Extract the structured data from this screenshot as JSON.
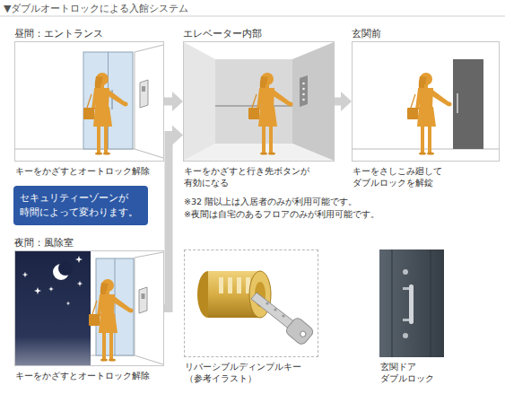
{
  "diagram": {
    "title": "▼ダブルオートロックによる入館システム",
    "nodes": [
      {
        "text": [
          "昼間：エントランス",
          "キーをかざすとオートロック解除"
        ]
      },
      {
        "text": [
          "エレベーター内部",
          "キーをかざすと行き先ボタンが 有効になる"
        ]
      },
      {
        "text": [
          "玄関前",
          "キーをさしこみ廻して ダブルロックを解錠"
        ]
      },
      {
        "text": [
          "セキュリティーゾーンが 時間によって変わります。"
        ]
      },
      {
        "text": [
          "夜間：風除室",
          "キーをかざすとオートロック解除"
        ]
      },
      {
        "text": [
          "リバーシブルディンプルキー （参考イラスト）"
        ]
      },
      {
        "text": [
          "玄関ドア ダブルロック"
        ]
      }
    ],
    "edges": [
      {
        "from": 0,
        "to": 1,
        "arrow": "to"
      },
      {
        "from": 1,
        "to": 2,
        "arrow": "to"
      },
      {
        "from": 4,
        "to": 1,
        "arrow": "to"
      }
    ],
    "labels": [
      "※32 階以上は入居者のみが利用可能です。",
      "※夜間は自宅のあるフロアのみが利用可能です。"
    ]
  }
}
